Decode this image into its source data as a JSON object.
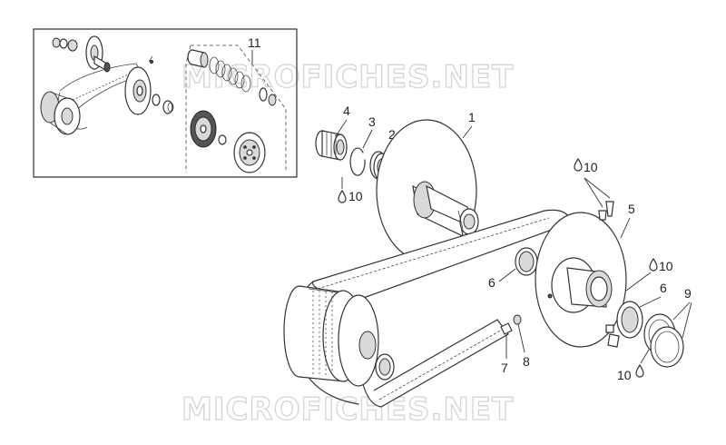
{
  "watermark": "MICROFICHES.NET",
  "callouts": {
    "c1": "1",
    "c2": "2",
    "c3": "3",
    "c4": "4",
    "c5": "5",
    "c6a": "6",
    "c6b": "6",
    "c7": "7",
    "c8": "8",
    "c9": "9",
    "c10a": "10",
    "c10b": "10",
    "c10c": "10",
    "c10d": "10",
    "c11": "11"
  }
}
